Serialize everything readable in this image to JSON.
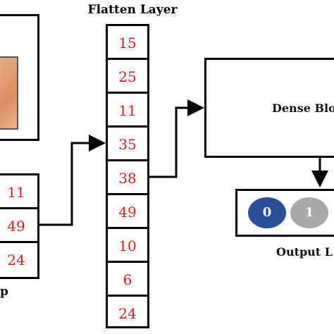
{
  "flatten_layer": {
    "title": "Flatten Layer",
    "values": [
      "15",
      "25",
      "11",
      "35",
      "38",
      "49",
      "10",
      "6",
      "24"
    ]
  },
  "pool_column": {
    "values": [
      "11",
      "49",
      "24"
    ]
  },
  "dense_block": {
    "label": "Dense Blo"
  },
  "output_layer": {
    "label": "Output L",
    "nodes": [
      {
        "label": "0",
        "color": "#2a4f9a"
      },
      {
        "label": "1",
        "color": "#a9a9a9"
      }
    ]
  },
  "cut_text": "p",
  "colors": {
    "value_text": "#d42020",
    "border": "#000000",
    "image_fill": "#e6a47a"
  }
}
